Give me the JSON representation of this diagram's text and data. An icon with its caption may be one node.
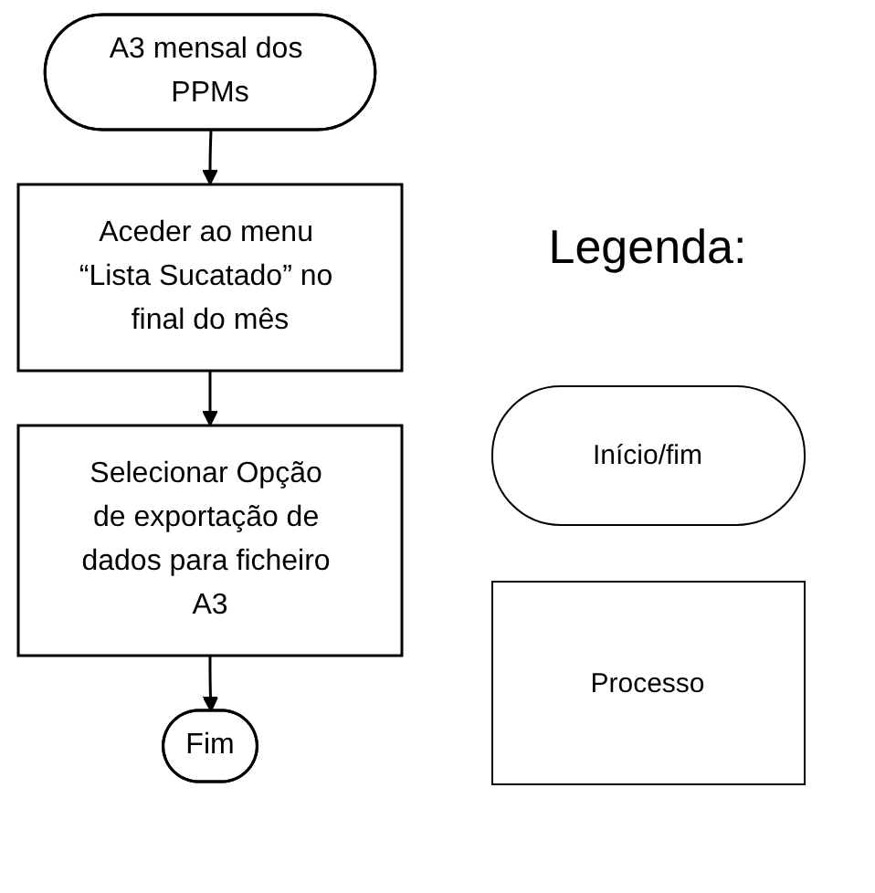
{
  "diagram": {
    "nodes": [
      {
        "text": [
          "A3 mensal dos PPMs"
        ]
      },
      {
        "text": [
          "Aceder ao menu “Lista Sucatado” no final do mês"
        ]
      },
      {
        "text": [
          "Selecionar Opção de exportação de dados para ficheiro A3"
        ]
      },
      {
        "text": [
          "Fim"
        ]
      }
    ],
    "edges": [
      {
        "from": 0,
        "to": 1,
        "arrow": "to"
      },
      {
        "from": 1,
        "to": 2,
        "arrow": "to"
      },
      {
        "from": 2,
        "to": 3,
        "arrow": "to"
      }
    ],
    "labels": [
      "Legenda:"
    ],
    "legend": [
      {
        "text": "Início/fim"
      },
      {
        "text": "Processo"
      }
    ]
  }
}
